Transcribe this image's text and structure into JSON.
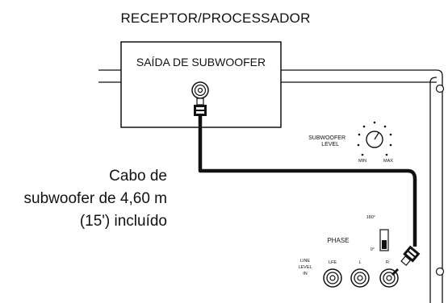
{
  "receiver": {
    "title": "RECEPTOR/PROCESSADOR",
    "output_label": "SAÍDA DE SUBWOOFER"
  },
  "cable": {
    "label_lines": [
      "Cabo de",
      "subwoofer de 4,60 m",
      "(15') incluído"
    ]
  },
  "subwoofer_panel": {
    "level_label_line1": "SUBWOOFER",
    "level_label_line2": "LEVEL",
    "min_label": "MIN",
    "max_label": "MAX",
    "phase_label": "PHASE",
    "phase_180": "180°",
    "phase_0": "0°",
    "line_level_line1": "LINE",
    "line_level_line2": "LEVEL",
    "line_level_line3": "IN",
    "inputs": [
      "LFE",
      "L",
      "R"
    ]
  },
  "colors": {
    "line": "#111111",
    "background": "#ffffff"
  }
}
